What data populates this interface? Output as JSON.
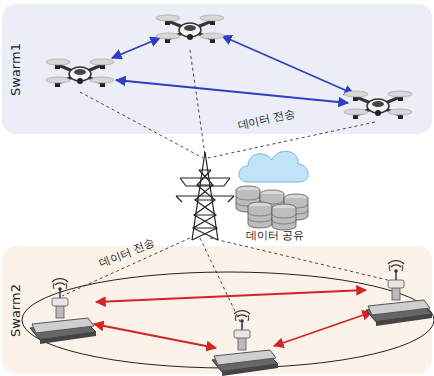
{
  "diagram": {
    "nodes": [
      {
        "text": [
          "Swarm1"
        ]
      },
      {
        "text": [
          "Swarm2"
        ]
      }
    ],
    "labels": [
      "데이터 전송",
      "데이터 공유",
      "데이터 전송"
    ]
  }
}
